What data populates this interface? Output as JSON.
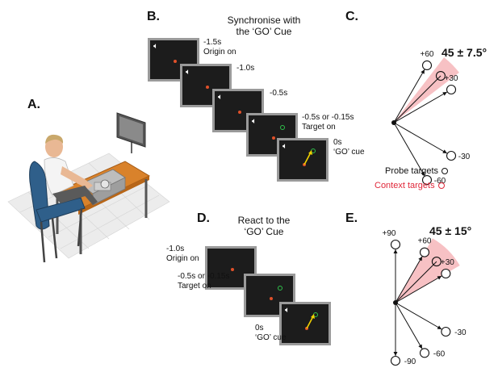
{
  "panels": {
    "a": "A.",
    "b": "B.",
    "c": "C.",
    "d": "D.",
    "e": "E."
  },
  "panel_b": {
    "header": "Synchronise with\nthe ‘GO’ Cue",
    "steps": [
      {
        "time": "-1.5s\nOrigin on",
        "speaker": true
      },
      {
        "time": "-1.0s",
        "speaker": true
      },
      {
        "time": "-0.5s",
        "speaker": true
      },
      {
        "time": "-0.5s or -0.15s\nTarget on",
        "speaker": true
      },
      {
        "time": "0s\n‘GO’ cue",
        "speaker": true
      }
    ]
  },
  "panel_d": {
    "header": "React to the\n‘GO’ Cue",
    "steps": [
      {
        "time": "-1.0s\nOrigin on",
        "speaker": false
      },
      {
        "time": "-0.5s or -0.15s\nTarget on",
        "speaker": false
      },
      {
        "time": "0s\n‘GO’ cue",
        "speaker": true
      }
    ]
  },
  "panel_c": {
    "range_label": "45 ± 7.5°",
    "context_angle": 45,
    "context_halfwidth": 7.5,
    "probe_angles": [
      60,
      30,
      -30,
      -60
    ],
    "probe_labels": [
      "+60",
      "+30",
      "-30",
      "-60"
    ]
  },
  "panel_e": {
    "range_label": "45 ± 15°",
    "context_angle": 45,
    "context_halfwidth": 15,
    "probe_angles": [
      90,
      60,
      30,
      -30,
      -60,
      -90
    ],
    "probe_labels": [
      "+90",
      "+60",
      "+30",
      "-30",
      "-60",
      "-90"
    ]
  },
  "legend": {
    "probe": "Probe targets",
    "context": "Context targets",
    "probe_color": "#111111",
    "context_color": "#e0283a"
  },
  "colors": {
    "fan": "#f7c1c4",
    "origin_dot": "#e0502a",
    "target_ring": "#2fc24a",
    "arrow": "#f0d000"
  },
  "icons": {
    "speaker": "speaker-icon"
  }
}
